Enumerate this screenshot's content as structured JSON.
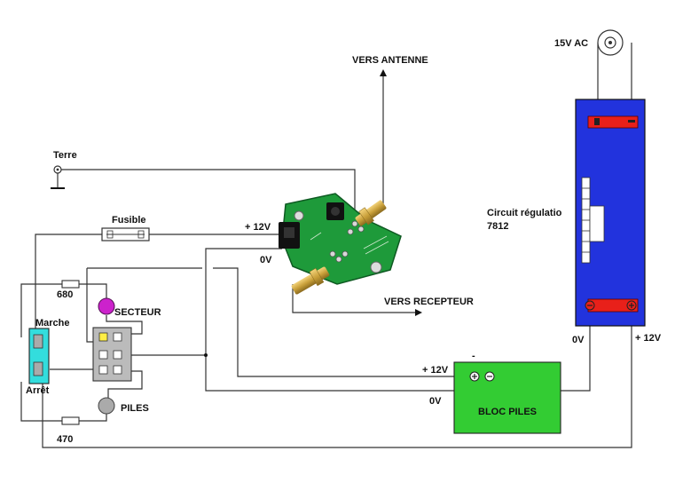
{
  "labels": {
    "ac_input": "15V AC",
    "antenna": "VERS ANTENNE",
    "earth": "Terre",
    "fuse": "Fusible",
    "plus12_board": "+ 12V",
    "zero_board": "0V",
    "regulator_line1": "Circuit régulatio",
    "regulator_line2": "7812",
    "resistor_680": "680",
    "mains_led": "SECTEUR",
    "switch_on": "Marche",
    "switch_off": "Arrêt",
    "receiver": "VERS RECEPTEUR",
    "reg_zero": "0V",
    "reg_plus12": "+ 12V",
    "minus_sign": "-",
    "battery_plus12": "+ 12V",
    "battery_zero": "0V",
    "battery_block": "BLOC PILES",
    "battery_led": "PILES",
    "resistor_470": "470"
  },
  "colors": {
    "regulator_board": "#2233dd",
    "terminal_red": "#e8201a",
    "battery_green": "#33cc33",
    "pcb_green": "#1e9a3a",
    "switch_cyan": "#33dddd",
    "mains_led": "#cc22cc",
    "battery_led": "#aaaaaa",
    "relay_grey": "#bbbbbb",
    "sma_gold": "#c9a03a"
  }
}
